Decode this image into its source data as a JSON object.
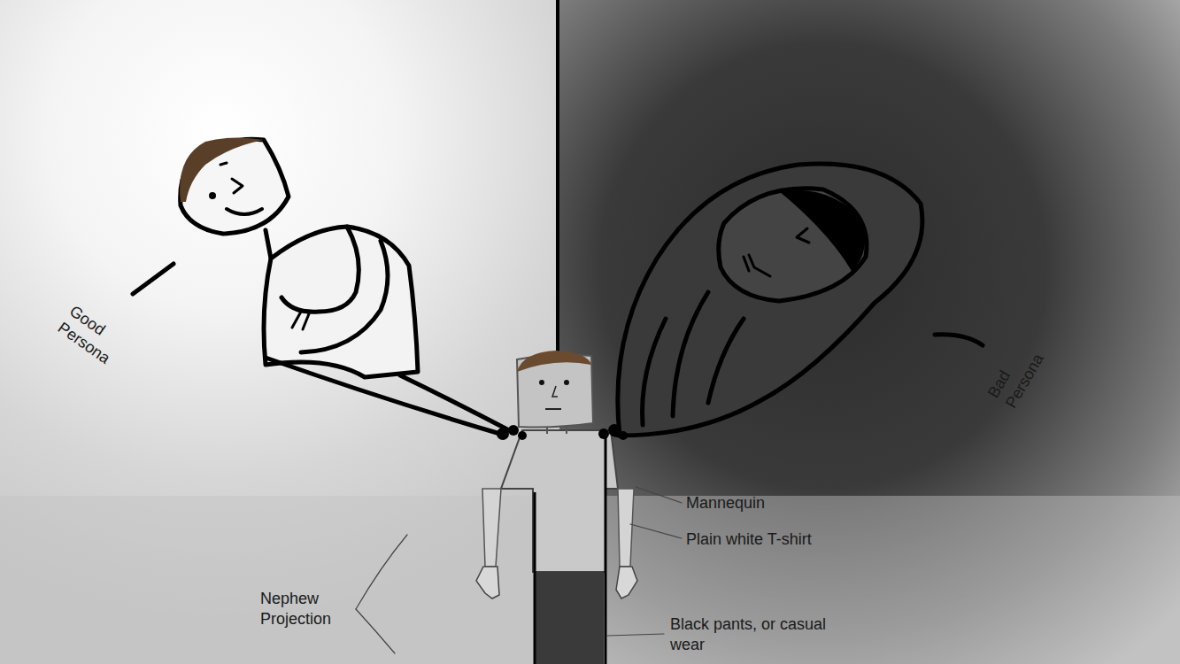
{
  "diagram": {
    "labels": [
      "Good Persona",
      "Bad Persona",
      "Mannequin",
      "Plain white T-shirt",
      "Nephew Projection",
      "Black pants, or casual wear"
    ]
  }
}
